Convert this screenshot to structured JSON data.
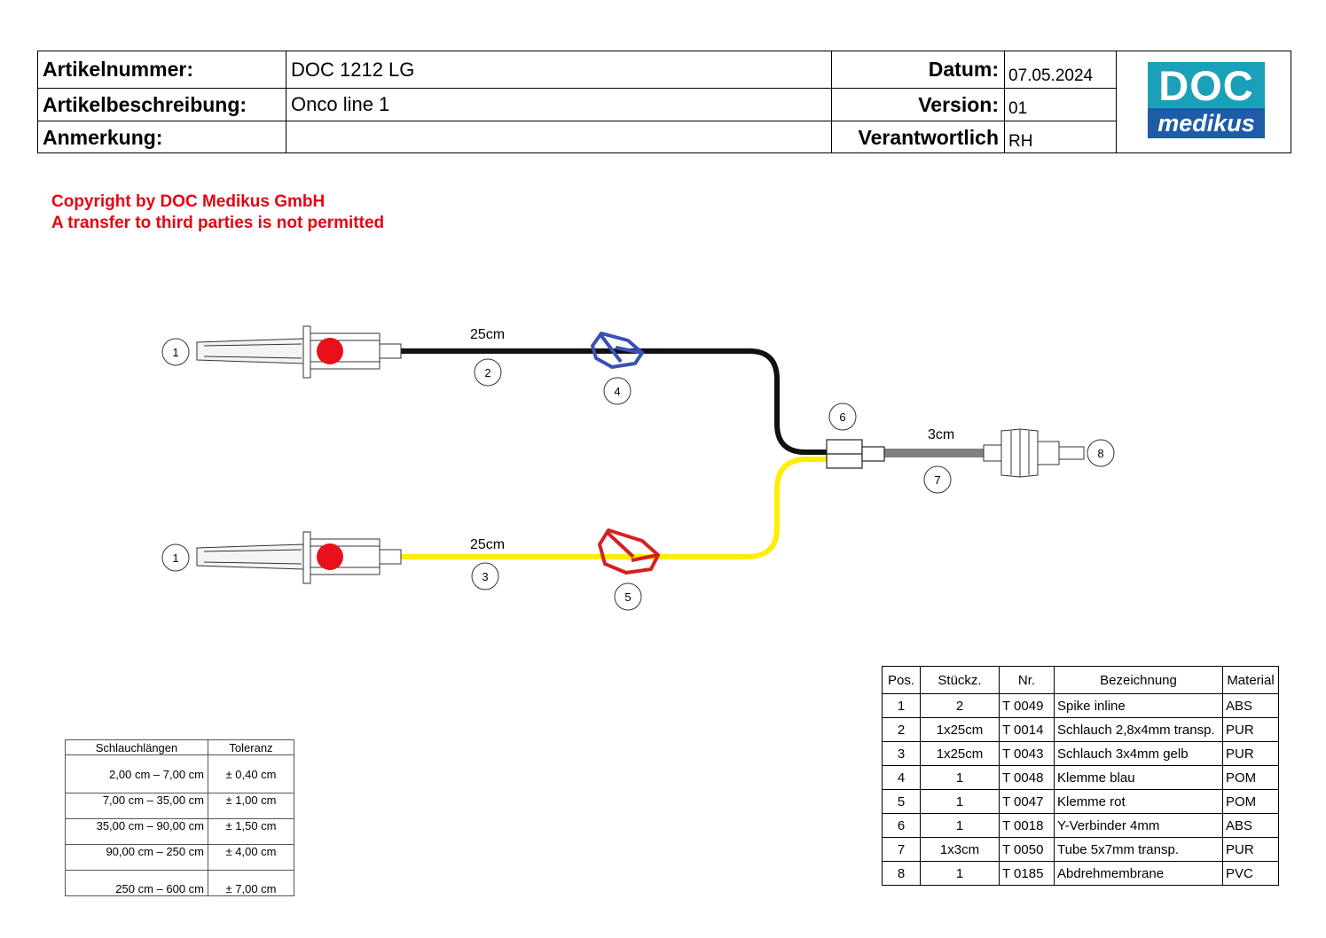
{
  "header": {
    "article_number_label": "Artikelnummer:",
    "article_number": "DOC 1212 LG",
    "description_label": "Artikelbeschreibung:",
    "description": "Onco line 1",
    "remark_label": "Anmerkung:",
    "remark": "",
    "date_label": "Datum:",
    "date": "07.05.2024",
    "version_label": "Version:",
    "version": "01",
    "responsible_label": "Verantwortlich",
    "responsible": "RH"
  },
  "logo": {
    "top": "DOC",
    "bottom": "medikus",
    "top_color": "#1aa0b8",
    "bottom_color": "#1f5ca8"
  },
  "copyright": {
    "line1": "Copyright by DOC Medikus GmbH",
    "line2": "A transfer to third parties is not permitted",
    "color": "#e30613"
  },
  "diagram": {
    "length_upper": "25cm",
    "length_lower": "25cm",
    "length_outlet": "3cm",
    "callouts": {
      "spike_upper": "1",
      "spike_lower": "1",
      "tube_upper": "2",
      "tube_lower": "3",
      "clamp_blue": "4",
      "clamp_red": "5",
      "y_connector": "6",
      "tube_outlet": "7",
      "membrane": "8"
    },
    "colors": {
      "tube_upper": "#111111",
      "tube_lower": "#ffee00",
      "tube_outlet": "#808080",
      "clamp_blue": "#3a4fb8",
      "clamp_red": "#d42020",
      "spike_cap": "#e8101a"
    }
  },
  "parts": {
    "headers": [
      "Pos.",
      "Stückz.",
      "Nr.",
      "Bezeichnung",
      "Material"
    ],
    "rows": [
      [
        "1",
        "2",
        "T 0049",
        "Spike inline",
        "ABS"
      ],
      [
        "2",
        "1x25cm",
        "T 0014",
        "Schlauch 2,8x4mm transp.",
        "PUR"
      ],
      [
        "3",
        "1x25cm",
        "T 0043",
        "Schlauch 3x4mm gelb",
        "PUR"
      ],
      [
        "4",
        "1",
        "T 0048",
        "Klemme blau",
        "POM"
      ],
      [
        "5",
        "1",
        "T 0047",
        "Klemme rot",
        "POM"
      ],
      [
        "6",
        "1",
        "T 0018",
        "Y-Verbinder 4mm",
        "ABS"
      ],
      [
        "7",
        "1x3cm",
        "T 0050",
        "Tube 5x7mm transp.",
        "PUR"
      ],
      [
        "8",
        "1",
        "T 0185",
        "Abdrehmembrane",
        "PVC"
      ]
    ]
  },
  "tolerances": {
    "headers": [
      "Schlauchlängen",
      "Toleranz"
    ],
    "rows": [
      [
        "2,00 cm – 7,00 cm",
        "± 0,40 cm"
      ],
      [
        "7,00 cm – 35,00 cm",
        "± 1,00 cm"
      ],
      [
        "35,00 cm – 90,00 cm",
        "± 1,50 cm"
      ],
      [
        "90,00 cm – 250 cm",
        "± 4,00 cm"
      ],
      [
        "250 cm – 600 cm",
        "± 7,00 cm"
      ]
    ]
  }
}
